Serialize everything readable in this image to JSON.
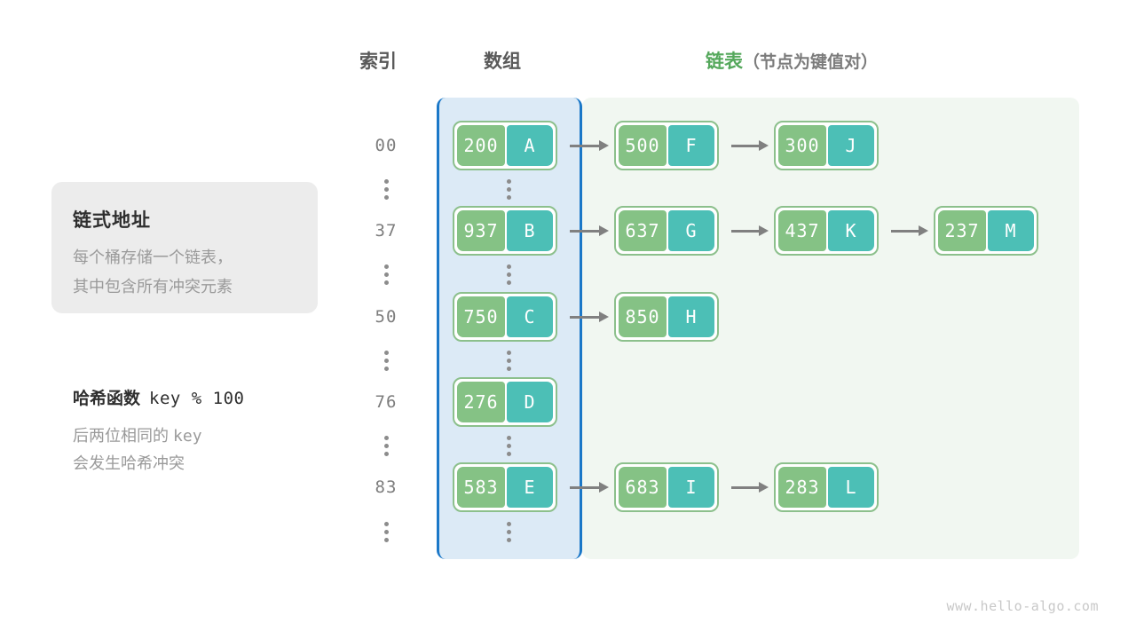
{
  "headers": {
    "index": "索引",
    "array": "数组",
    "list_main": "链表",
    "list_sub": "（节点为键值对）"
  },
  "info_card": {
    "title": "链式地址",
    "line1": "每个桶存储一个链表，",
    "line2": "其中包含所有冲突元素"
  },
  "hash_note": {
    "title": "哈希函数",
    "formula": "key % 100",
    "line1_a": "后两位相同的 ",
    "line1_b": "key",
    "line2": "会发生哈希冲突"
  },
  "colors": {
    "key_cell": "#85c285",
    "value_cell": "#4cbfb6",
    "node_border": "#8cc08c",
    "array_region_bg": "#dceaf6",
    "array_region_border": "#1b78c8",
    "list_region_bg": "#f1f7f1",
    "arrow": "#808080",
    "header_green": "#55a85c",
    "header_grey": "#595959"
  },
  "watermark": "www.hello-algo.com",
  "rows": [
    {
      "index": "00",
      "bucket": {
        "key": "200",
        "value": "A"
      },
      "chain": [
        {
          "key": "500",
          "value": "F"
        },
        {
          "key": "300",
          "value": "J"
        }
      ]
    },
    {
      "index": "37",
      "bucket": {
        "key": "937",
        "value": "B"
      },
      "chain": [
        {
          "key": "637",
          "value": "G"
        },
        {
          "key": "437",
          "value": "K"
        },
        {
          "key": "237",
          "value": "M"
        }
      ]
    },
    {
      "index": "50",
      "bucket": {
        "key": "750",
        "value": "C"
      },
      "chain": [
        {
          "key": "850",
          "value": "H"
        }
      ]
    },
    {
      "index": "76",
      "bucket": {
        "key": "276",
        "value": "D"
      },
      "chain": []
    },
    {
      "index": "83",
      "bucket": {
        "key": "583",
        "value": "E"
      },
      "chain": [
        {
          "key": "683",
          "value": "I"
        },
        {
          "key": "283",
          "value": "L"
        }
      ]
    }
  ]
}
